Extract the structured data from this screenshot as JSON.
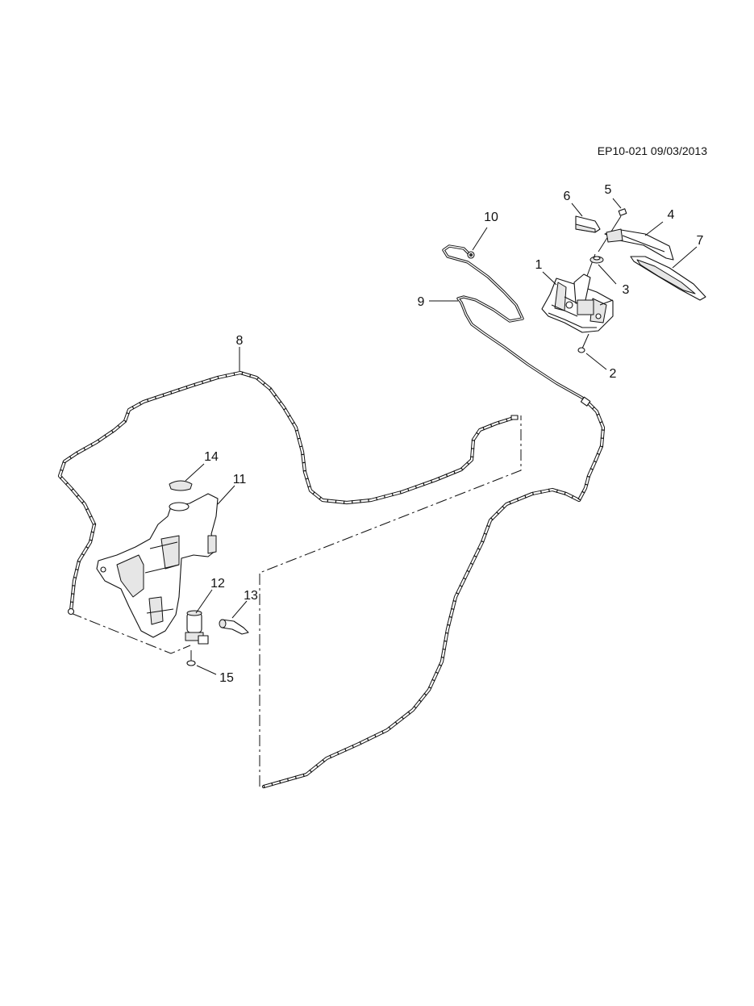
{
  "drawing_code": "EP10-021 09/03/2013",
  "callouts": [
    {
      "id": "1",
      "text": "1"
    },
    {
      "id": "2",
      "text": "2"
    },
    {
      "id": "3",
      "text": "3"
    },
    {
      "id": "4",
      "text": "4"
    },
    {
      "id": "5",
      "text": "5"
    },
    {
      "id": "6",
      "text": "6"
    },
    {
      "id": "7",
      "text": "7"
    },
    {
      "id": "8",
      "text": "8"
    },
    {
      "id": "9",
      "text": "9"
    },
    {
      "id": "10",
      "text": "10"
    },
    {
      "id": "11",
      "text": "11"
    },
    {
      "id": "12",
      "text": "12"
    },
    {
      "id": "13",
      "text": "13"
    },
    {
      "id": "14",
      "text": "14"
    },
    {
      "id": "15",
      "text": "15"
    }
  ]
}
